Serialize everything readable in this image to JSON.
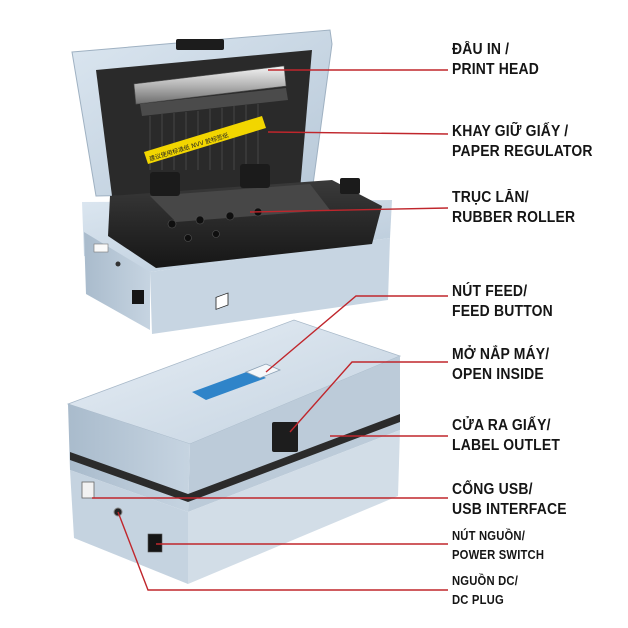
{
  "product": {
    "sticker_text": "建议使用标准纸 NVV 胶标签纸"
  },
  "colors": {
    "body": "#c9d7e4",
    "body_shadow": "#a8b9c9",
    "interior": "#262626",
    "leader_line": "#c0262c",
    "label_text": "#151515"
  },
  "callouts": [
    {
      "id": "print-head",
      "vi": "ĐẦU IN /",
      "en": "PRINT HEAD"
    },
    {
      "id": "paper-regulator",
      "vi": "KHAY GIỮ GIẤY /",
      "en": "PAPER REGULATOR"
    },
    {
      "id": "rubber-roller",
      "vi": "TRỤC LĂN/",
      "en": "RUBBER ROLLER"
    },
    {
      "id": "feed-button",
      "vi": "NÚT FEED/",
      "en": "FEED BUTTON"
    },
    {
      "id": "open-inside",
      "vi": "MỞ NẮP MÁY/",
      "en": "OPEN INSIDE"
    },
    {
      "id": "label-outlet",
      "vi": "CỬA RA GIẤY/",
      "en": "LABEL OUTLET"
    },
    {
      "id": "usb-interface",
      "vi": "CỔNG USB/",
      "en": "USB INTERFACE"
    },
    {
      "id": "power-switch",
      "vi": "NÚT NGUỒN/",
      "en": "POWER SWITCH"
    },
    {
      "id": "dc-plug",
      "vi": "NGUỒN DC/",
      "en": "DC PLUG"
    }
  ]
}
